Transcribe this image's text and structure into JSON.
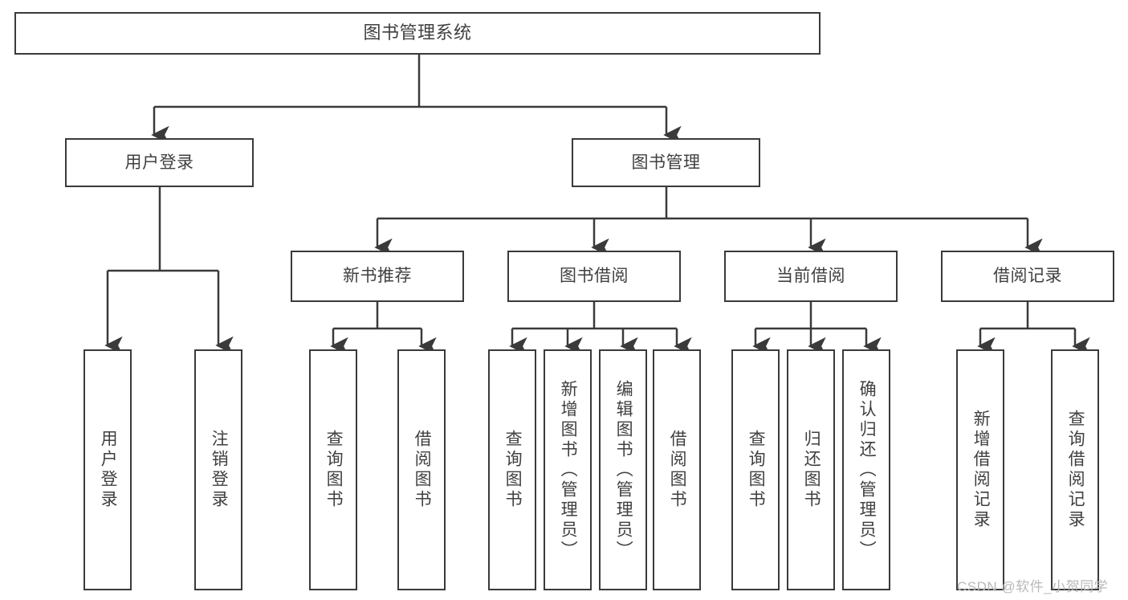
{
  "diagram": {
    "title": "图书管理系统",
    "type": "tree-hierarchy",
    "root": {
      "id": "root",
      "label": "图书管理系统"
    },
    "level2": [
      {
        "id": "user-login",
        "label": "用户登录"
      },
      {
        "id": "book-manage",
        "label": "图书管理"
      }
    ],
    "level3": [
      {
        "id": "new-book-recommend",
        "label": "新书推荐",
        "parent": "book-manage"
      },
      {
        "id": "book-borrow",
        "label": "图书借阅",
        "parent": "book-manage"
      },
      {
        "id": "current-borrow",
        "label": "当前借阅",
        "parent": "book-manage"
      },
      {
        "id": "borrow-record",
        "label": "借阅记录",
        "parent": "book-manage"
      }
    ],
    "leaves": [
      {
        "id": "leaf-user-login",
        "label": "用户登录",
        "parent": "user-login"
      },
      {
        "id": "leaf-logout-login",
        "label": "注销登录",
        "parent": "user-login"
      },
      {
        "id": "leaf-query-book-1",
        "label": "查询图书",
        "parent": "new-book-recommend"
      },
      {
        "id": "leaf-borrow-book-1",
        "label": "借阅图书",
        "parent": "new-book-recommend"
      },
      {
        "id": "leaf-query-book-2",
        "label": "查询图书",
        "parent": "book-borrow"
      },
      {
        "id": "leaf-add-book",
        "label": "新增图书（管理员）",
        "parent": "book-borrow"
      },
      {
        "id": "leaf-edit-book",
        "label": "编辑图书（管理员）",
        "parent": "book-borrow"
      },
      {
        "id": "leaf-borrow-book-2",
        "label": "借阅图书",
        "parent": "book-borrow"
      },
      {
        "id": "leaf-query-book-3",
        "label": "查询图书",
        "parent": "current-borrow"
      },
      {
        "id": "leaf-return-book",
        "label": "归还图书",
        "parent": "current-borrow"
      },
      {
        "id": "leaf-confirm-return",
        "label": "确认归还（管理员）",
        "parent": "current-borrow"
      },
      {
        "id": "leaf-add-record",
        "label": "新增借阅记录",
        "parent": "borrow-record"
      },
      {
        "id": "leaf-query-record",
        "label": "查询借阅记录",
        "parent": "borrow-record"
      }
    ]
  },
  "watermark": {
    "text": "CSDN @软件_小贺同学"
  },
  "colors": {
    "stroke": "#3a3a3a",
    "text": "#404040",
    "background": "#ffffff",
    "watermark": "#b9b9b9"
  }
}
